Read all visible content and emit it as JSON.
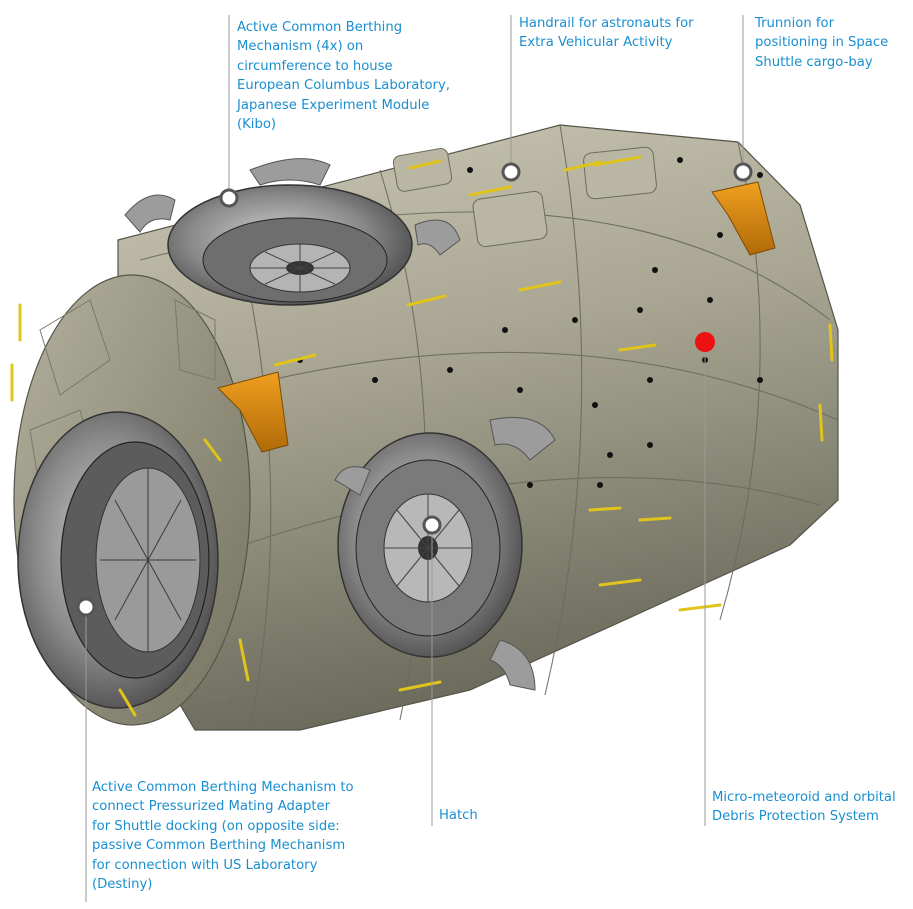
{
  "callouts": {
    "cbm_circumference": "Active Common Berthing\nMechanism (4x) on\ncircumference to house\nEuropean Columbus Laboratory,\nJapanese Experiment Module\n(Kibo)",
    "handrail": "Handrail for astronauts for\nExtra Vehicular Activity",
    "trunnion": "Trunnion for\npositioning in Space\nShuttle cargo-bay",
    "cbm_pma": "Active Common Berthing Mechanism to\nconnect Pressurized Mating Adapter\nfor Shuttle docking (on opposite side:\npassive Common Berthing Mechanism\nfor connection with US Laboratory\n(Destiny)",
    "hatch": "Hatch",
    "mmod": "Micro-meteoroid and orbital\nDebris Protection System"
  },
  "colors": {
    "label_text": "#1a8fd0",
    "leader_line": "#9a9a9a",
    "module_body": "#a9a793",
    "handrails": "#e0c41c",
    "trunnions": "#d98a10",
    "marker_red": "#ee1111"
  }
}
